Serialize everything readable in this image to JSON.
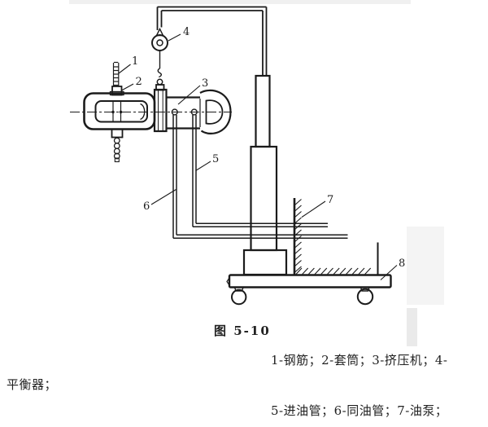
{
  "figure": {
    "number_caption": "图 5-10",
    "legend": {
      "line1": "1-钢筋；2-套筒；3-挤压机；4-",
      "line2": "平衡器；",
      "line3": "5-进油管；6-同油管；7-油泵；"
    }
  },
  "diagram": {
    "part_numbers": [
      "1",
      "2",
      "3",
      "4",
      "5",
      "6",
      "7",
      "8"
    ],
    "ink_color": "#1b1b1b",
    "paper_color": "#ffffff"
  }
}
